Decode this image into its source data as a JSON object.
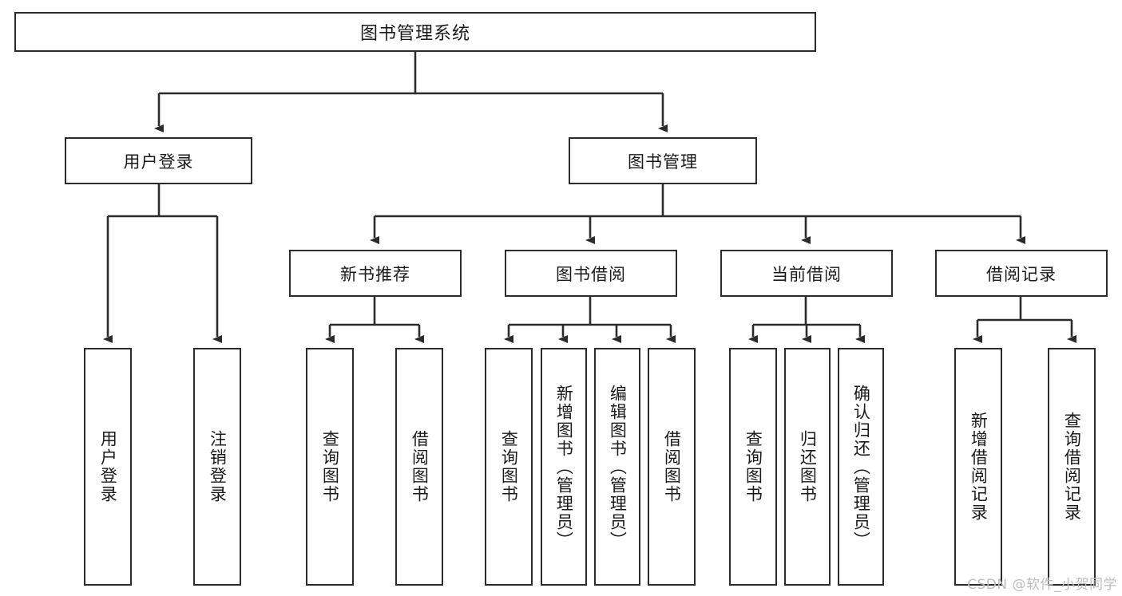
{
  "diagram": {
    "title": "图书管理系统",
    "watermark": "CSDN @软件_小贺同学",
    "level2": {
      "user_login": "用户登录",
      "book_management": "图书管理"
    },
    "level3": {
      "new_book_recommend": "新书推荐",
      "book_borrow": "图书借阅",
      "current_borrow": "当前借阅",
      "borrow_record": "借阅记录"
    },
    "leaves": {
      "user_login_action": "用户登录",
      "logout_action": "注销登录",
      "query_book_rec": "查询图书",
      "borrow_book_rec": "借阅图书",
      "query_book_borrow": "查询图书",
      "add_book_admin": "新增图书（管理员）",
      "edit_book_admin": "编辑图书（管理员）",
      "borrow_book_borrow": "借阅图书",
      "query_book_current": "查询图书",
      "return_book": "归还图书",
      "confirm_return_admin": "确认归还（管理员）",
      "add_borrow_record": "新增借阅记录",
      "query_borrow_record": "查询借阅记录"
    }
  }
}
